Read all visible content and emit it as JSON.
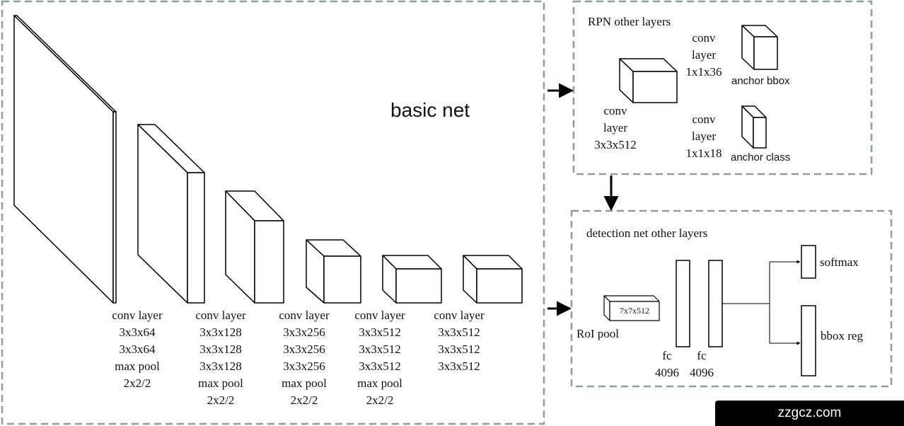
{
  "basic_net": {
    "title": "basic net",
    "blocks": [
      {
        "lines": [
          "conv layer",
          "3x3x64",
          "3x3x64",
          "max pool",
          "2x2/2"
        ]
      },
      {
        "lines": [
          "conv layer",
          "3x3x128",
          "3x3x128",
          "3x3x128",
          "max pool",
          "2x2/2"
        ]
      },
      {
        "lines": [
          "conv layer",
          "3x3x256",
          "3x3x256",
          "3x3x256",
          "max pool",
          "2x2/2"
        ]
      },
      {
        "lines": [
          "conv layer",
          "3x3x512",
          "3x3x512",
          "3x3x512",
          "max pool",
          "2x2/2"
        ]
      },
      {
        "lines": [
          "conv layer",
          "3x3x512",
          "3x3x512",
          "3x3x512"
        ]
      }
    ]
  },
  "rpn": {
    "title": "RPN other layers",
    "conv_main": [
      "conv",
      "layer",
      "3x3x512"
    ],
    "conv_bbox": [
      "conv",
      "layer",
      "1x1x36"
    ],
    "conv_class": [
      "conv",
      "layer",
      "1x1x18"
    ],
    "anchor_bbox": "anchor bbox",
    "anchor_class": "anchor class"
  },
  "detection": {
    "title": "detection net other layers",
    "roi_box_label": "7x7x512",
    "roi_pool": "RoI pool",
    "fc1": [
      "fc",
      "4096"
    ],
    "fc2": [
      "fc",
      "4096"
    ],
    "softmax": "softmax",
    "bbox_reg": "bbox reg"
  },
  "watermark": "zzgcz.com",
  "colors": {
    "dashed_border": "#8a9e9a",
    "stroke": "#000000",
    "watermark_bg": "#000000"
  }
}
